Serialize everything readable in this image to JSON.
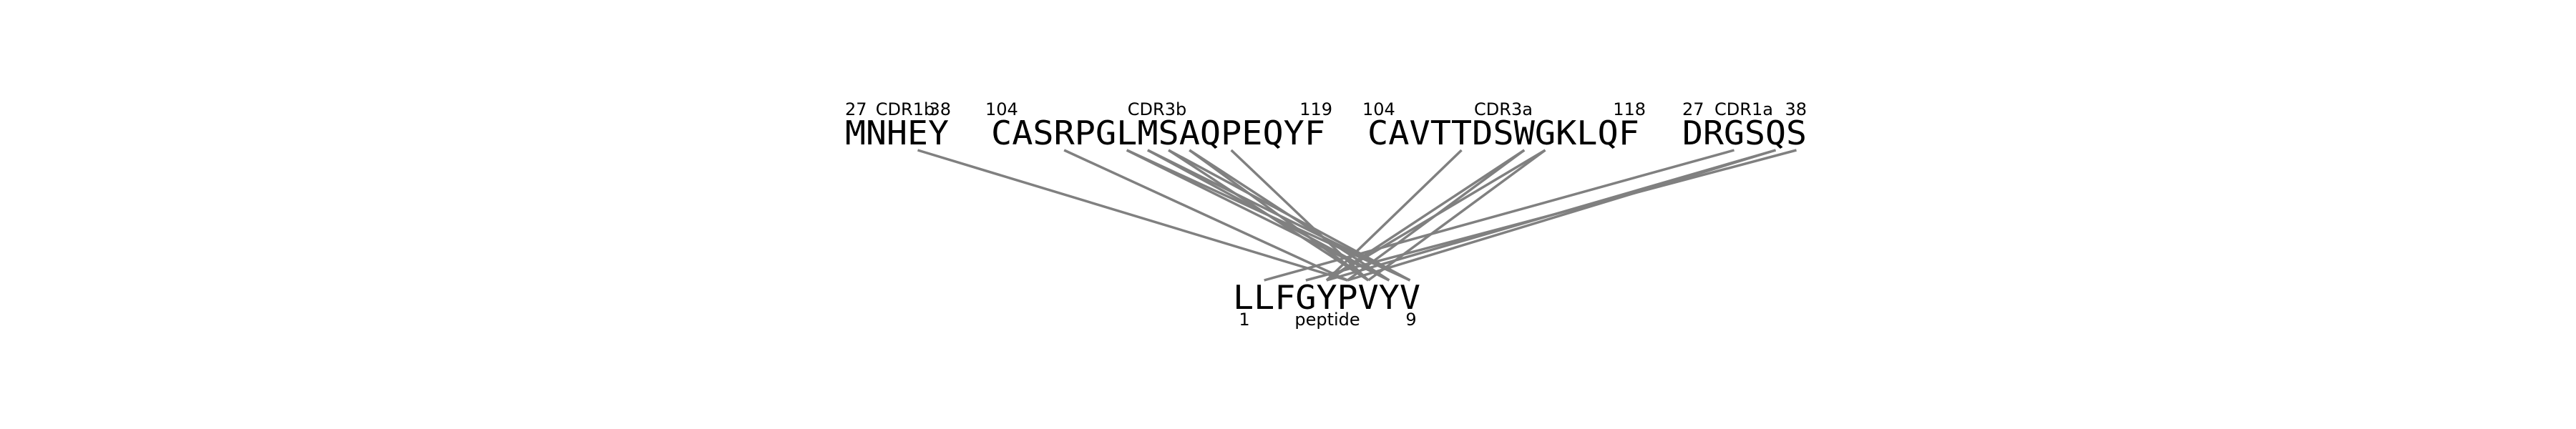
{
  "segments": {
    "cdr1b": {
      "sequence": "MNHEY",
      "name": "CDR1b",
      "start": "27",
      "end": "38"
    },
    "cdr3b": {
      "sequence": "CASRPGLMSAQPEQYF",
      "name": "CDR3b",
      "start": "104",
      "end": "119"
    },
    "cdr3a": {
      "sequence": "CAVTTDSWGKLQF",
      "name": "CDR3a",
      "start": "104",
      "end": "118"
    },
    "cdr1a": {
      "sequence": "DRGSQS",
      "name": "CDR1a",
      "start": "27",
      "end": "38"
    }
  },
  "peptide": {
    "sequence": "LLFGYPVYV",
    "name": "peptide",
    "start": "1",
    "end": "9"
  },
  "colors": {
    "line": "#808080",
    "text": "#000000"
  },
  "contacts": [
    {
      "segment": "cdr1b",
      "residue": 3,
      "peptide_residue": 5
    },
    {
      "segment": "cdr3b",
      "residue": 3,
      "peptide_residue": 5
    },
    {
      "segment": "cdr3b",
      "residue": 6,
      "peptide_residue": 8
    },
    {
      "segment": "cdr3b",
      "residue": 6,
      "peptide_residue": 7
    },
    {
      "segment": "cdr3b",
      "residue": 7,
      "peptide_residue": 8
    },
    {
      "segment": "cdr3b",
      "residue": 7,
      "peptide_residue": 7
    },
    {
      "segment": "cdr3b",
      "residue": 8,
      "peptide_residue": 8
    },
    {
      "segment": "cdr3b",
      "residue": 8,
      "peptide_residue": 6
    },
    {
      "segment": "cdr3b",
      "residue": 9,
      "peptide_residue": 7
    },
    {
      "segment": "cdr3b",
      "residue": 9,
      "peptide_residue": 6
    },
    {
      "segment": "cdr3b",
      "residue": 11,
      "peptide_residue": 6
    },
    {
      "segment": "cdr3a",
      "residue": 4,
      "peptide_residue": 4
    },
    {
      "segment": "cdr3a",
      "residue": 7,
      "peptide_residue": 4
    },
    {
      "segment": "cdr3a",
      "residue": 7,
      "peptide_residue": 5
    },
    {
      "segment": "cdr3a",
      "residue": 8,
      "peptide_residue": 4
    },
    {
      "segment": "cdr3a",
      "residue": 8,
      "peptide_residue": 6
    },
    {
      "segment": "cdr1a",
      "residue": 2,
      "peptide_residue": 1
    },
    {
      "segment": "cdr1a",
      "residue": 4,
      "peptide_residue": 4
    },
    {
      "segment": "cdr1a",
      "residue": 4,
      "peptide_residue": 5
    },
    {
      "segment": "cdr1a",
      "residue": 5,
      "peptide_residue": 3
    }
  ]
}
